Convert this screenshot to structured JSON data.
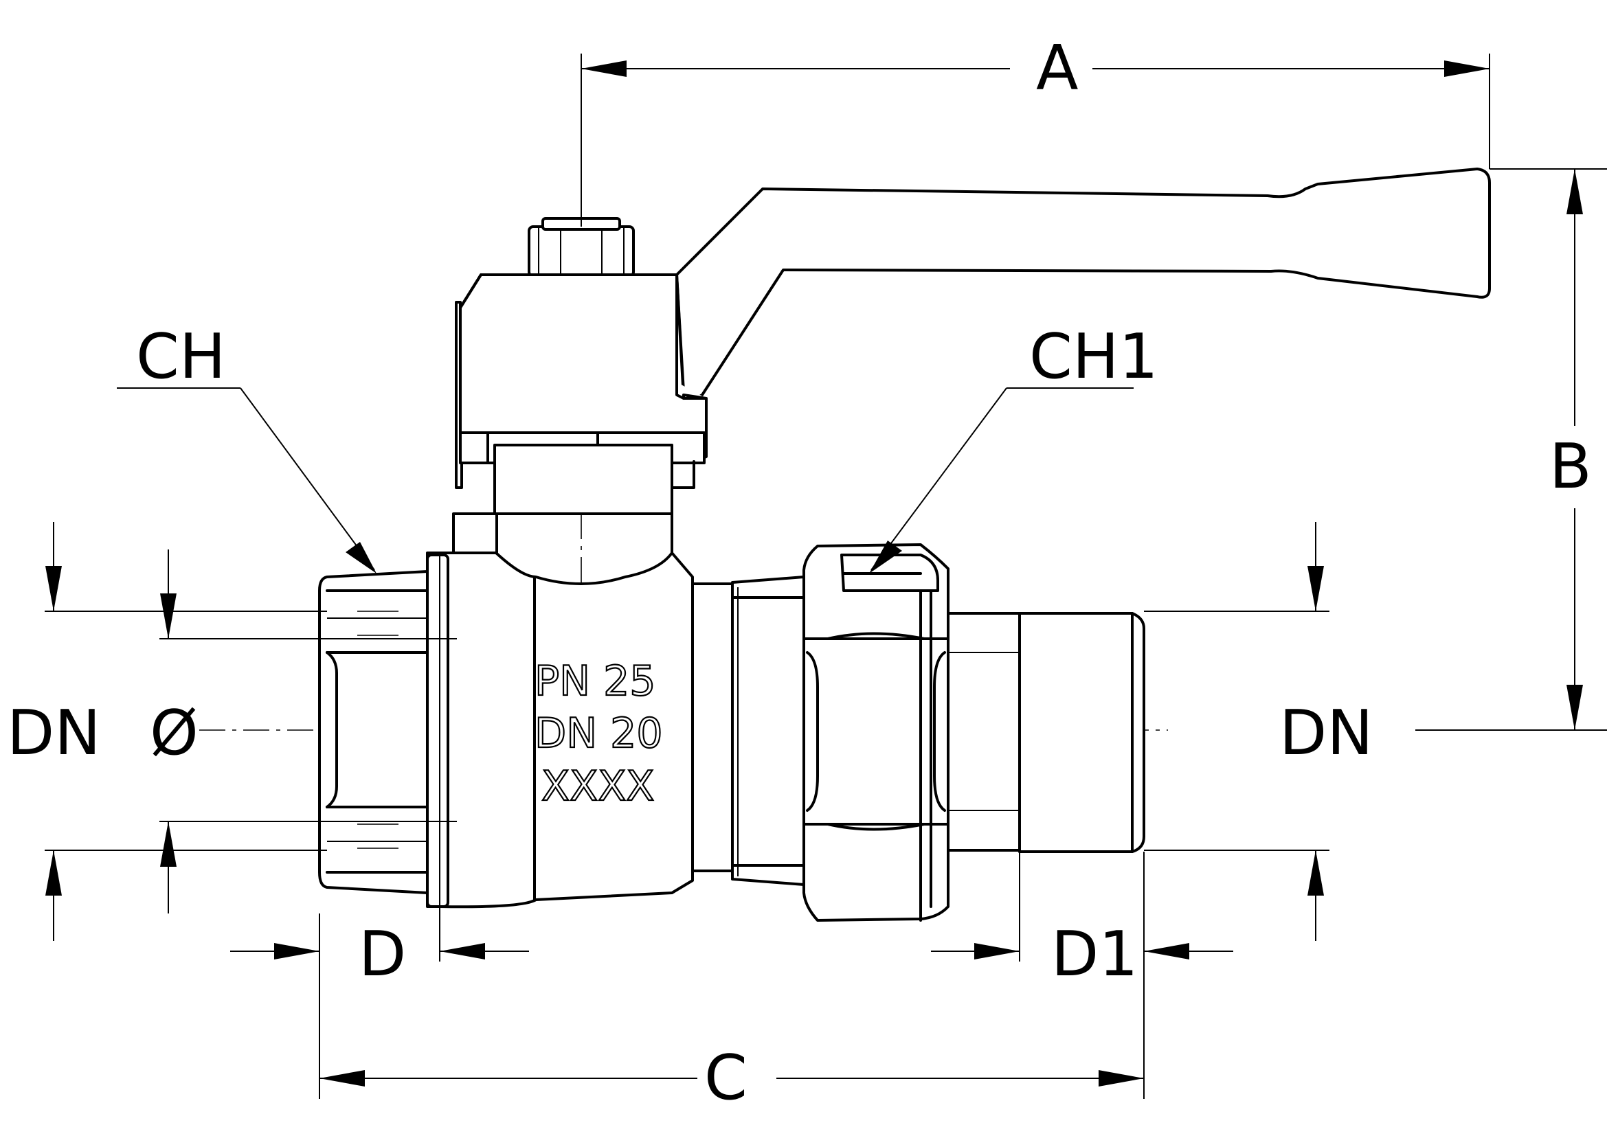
{
  "dimensions": {
    "a": "A",
    "b": "B",
    "c": "C",
    "ch": "CH",
    "ch1": "CH1",
    "d": "D",
    "d1": "D1",
    "dn_left": "DN",
    "dn_right": "DN",
    "diameter": "Ø"
  },
  "body_marking": {
    "line1": "PN  25",
    "line2": "DN  20",
    "line3": "XXXX"
  }
}
